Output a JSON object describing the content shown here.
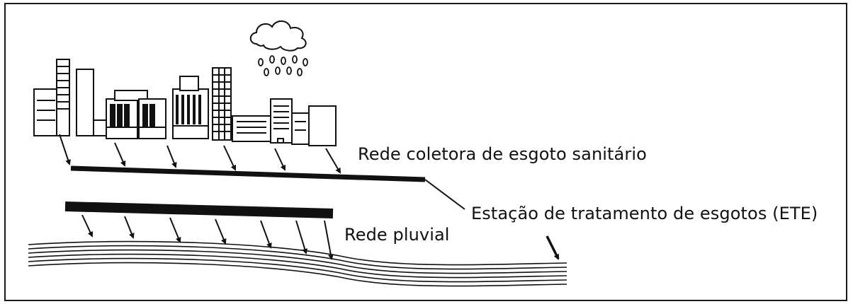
{
  "labels": {
    "sewer_network": "Rede coletora de esgoto sanitário",
    "treatment_station": "Estação de tratamento de esgotos (ETE)",
    "storm_network": "Rede pluvial"
  },
  "colors": {
    "ink": "#111111",
    "background": "#ffffff",
    "frame": "#1a1a1a"
  },
  "icons": {
    "weather": "rain-cloud-icon",
    "city": "city-buildings"
  }
}
